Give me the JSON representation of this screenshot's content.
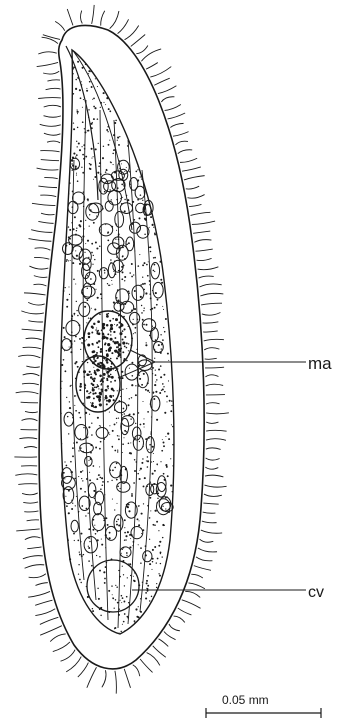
{
  "labels": {
    "macronucleus": "ma",
    "contractile_vacuole": "cv"
  },
  "scale_bar": {
    "label": "0.05 mm"
  },
  "colors": {
    "ink": "#1a1a1a",
    "background": "#ffffff"
  }
}
